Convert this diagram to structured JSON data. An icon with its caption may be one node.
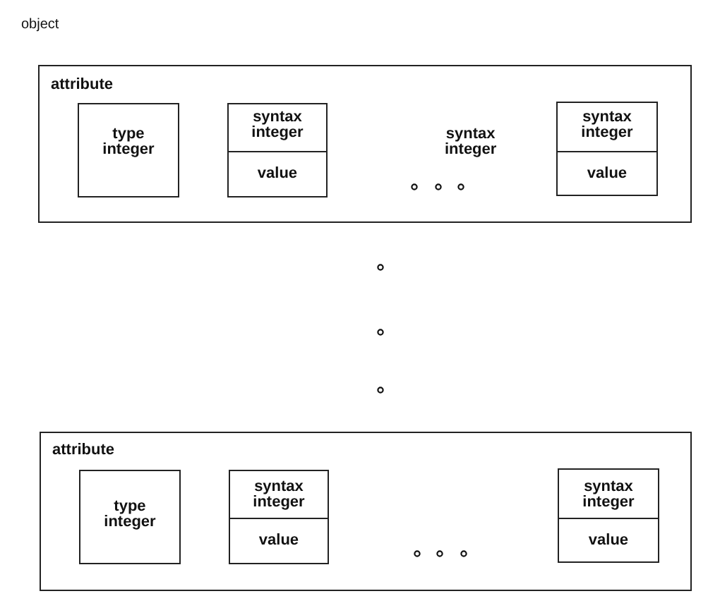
{
  "diagram": {
    "nodes": [
      {
        "text": [
          "attribute"
        ]
      },
      {
        "text": [
          "type integer"
        ],
        "in": 0
      },
      {
        "text": [
          "syntax integer",
          "value"
        ],
        "in": 0
      },
      {
        "text": [
          "syntax integer",
          "value"
        ],
        "in": 0
      },
      {
        "text": [
          "attribute"
        ]
      },
      {
        "text": [
          "type integer"
        ],
        "in": 4
      },
      {
        "text": [
          "syntax integer",
          "value"
        ],
        "in": 4
      },
      {
        "text": [
          "syntax integer",
          "value"
        ],
        "in": 4
      }
    ],
    "labels": [
      "object",
      "syntax integer"
    ]
  }
}
